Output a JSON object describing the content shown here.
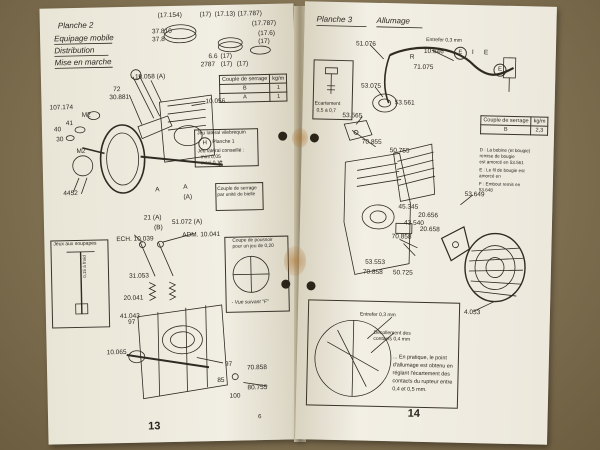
{
  "left_page": {
    "header": {
      "line1": "Planche 2",
      "line2": "Equipage mobile",
      "line3": "Distribution",
      "line4": "Mise en marche"
    },
    "top_refs": [
      "(17.154)",
      "(17)",
      "(17.13)",
      "(17.787)",
      "(17.787)",
      "(17.6)",
      "(17)",
      "37.810",
      "37.8",
      "6.6",
      "(17)",
      "2787",
      "(17)",
      "(17)"
    ],
    "part_refs": [
      "10.058 (A)",
      "72",
      "30.881",
      "10.056",
      "107.174",
      "M2",
      "41",
      "40",
      "30",
      "M2",
      "4452",
      "F",
      "A",
      "A",
      "(A)",
      "21 (A)",
      "51.072 (A)",
      "(B)",
      "ECH. 10.039",
      "ADM. 10.041",
      "31.053",
      "20.041",
      "41.043",
      "97",
      "10.065",
      "97",
      "70.858",
      "85",
      "100",
      "80.755"
    ],
    "torque_table": {
      "title": "Couple de serrage",
      "unit": "kg/m",
      "rows": [
        [
          "B",
          "1"
        ],
        [
          "A",
          "1"
        ]
      ]
    },
    "clearance_box": {
      "line1": "Jeu latéral vilebrequin",
      "line2": "Planche 1",
      "line3": "Jeu latéral conseillé :",
      "line4": "mini  0,05",
      "line5": "maxi  0,12",
      "badge": "H"
    },
    "note_box_1": {
      "line1": "Couple de serrage",
      "line2": "par unité de bielle"
    },
    "note_box_2": {
      "line1": "Coupe de poussoir",
      "line2": "pour un jeu de 0,20",
      "line3": "- Vue suivant \"F\""
    },
    "inset_label": "Jeux aux soupapes",
    "inset_side": "0,15 à froid",
    "page_number": "13",
    "footer_mark": "6"
  },
  "right_page": {
    "header": {
      "title": "Planche 3",
      "subtitle": "Allumage"
    },
    "part_refs": [
      "51.076",
      "Entrefer 0,3 mm",
      "10.646",
      "R",
      "E",
      "I",
      "E",
      "E",
      "71.075",
      "53.075",
      "53.561",
      "53.565",
      "70.855",
      "50.755",
      "53.649",
      "20.656",
      "45.345",
      "43.540",
      "20.658",
      "70.858",
      "53.553",
      "70.858",
      "50.725",
      "4.053"
    ],
    "gap_box": {
      "line1": "Ecartement",
      "line2": "0,5 à 0,7"
    },
    "torque_table": {
      "title": "Couple de serrage",
      "unit": "kg/m",
      "rows": [
        [
          "B",
          "2,3"
        ]
      ]
    },
    "notes": [
      "D : La bobine (et bougie)",
      "remise de bougie",
      "est amorcé en 53.561",
      "E : Le fil de bougie est",
      "amorcé en",
      "F : Embout remis en",
      "53.648"
    ],
    "callout": {
      "line1": "Entrefer 0,3 mm",
      "line2": "Décollement des",
      "line3": "contacts 0,4 mm"
    },
    "explanation": [
      "... En pratique, le point",
      "d'allumage est obtenu en",
      "réglant l'écartement des",
      "contacts du rupteur entre",
      "0,4 et 0,5 mm."
    ],
    "page_number": "14"
  }
}
